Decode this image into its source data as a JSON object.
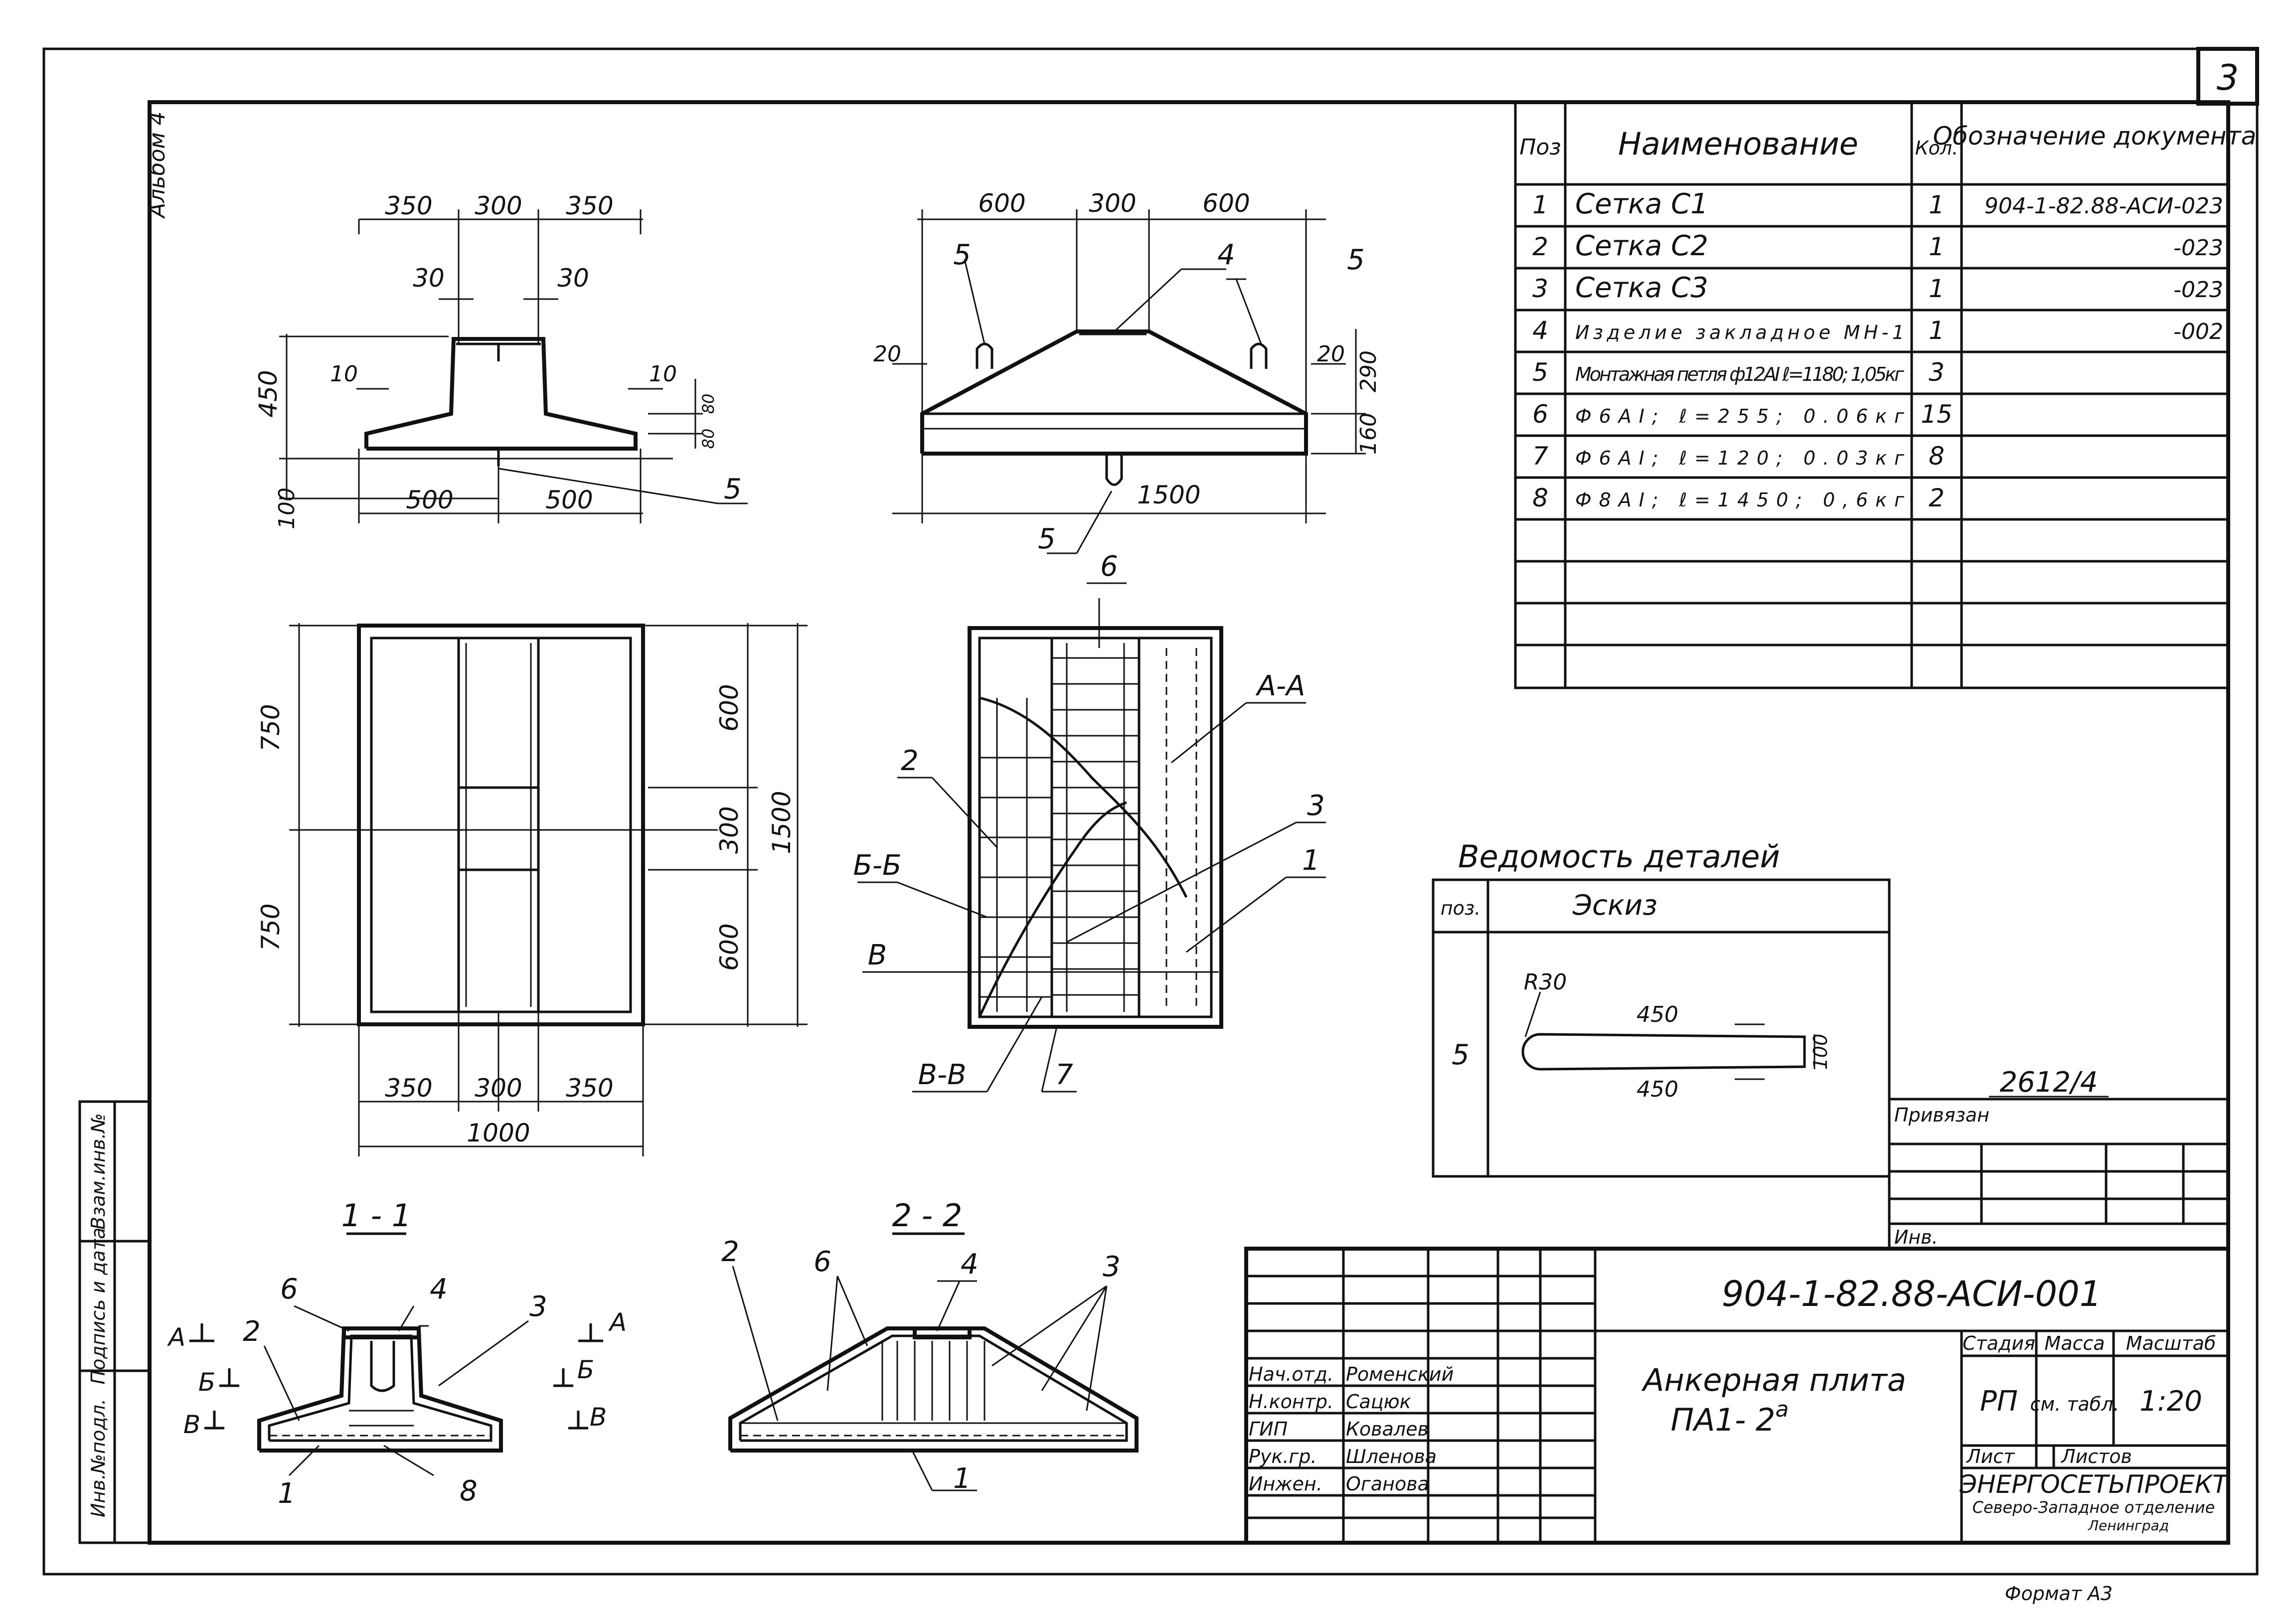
{
  "sheet": {
    "number": "3",
    "album_note": "Альбом 4",
    "format": "Формат А3",
    "tie_label": "Привязан",
    "inv_label": "Инв.",
    "tie_code": "2612/4"
  },
  "side_stamp": {
    "inv_orig": "Инв.№подл.",
    "sign_date": "Подпись и дата",
    "replace_inv": "Взам.инв.№"
  },
  "spec": {
    "headers": {
      "pos": "Поз",
      "name": "Наименование",
      "qty": "Кол.",
      "doc": "Обозначение документа"
    },
    "rows": [
      {
        "pos": "1",
        "name": "Сетка С1",
        "qty": "1",
        "doc": "904-1-82.88-АСИ-023"
      },
      {
        "pos": "2",
        "name": "Сетка С2",
        "qty": "1",
        "doc": "-023"
      },
      {
        "pos": "3",
        "name": "Сетка С3",
        "qty": "1",
        "doc": "-023"
      },
      {
        "pos": "4",
        "name": "Изделие закладное МН-1",
        "qty": "1",
        "doc": "-002"
      },
      {
        "pos": "5",
        "name": "Монтажная петля ф12АI ℓ=1180; 1,05кг",
        "qty": "3",
        "doc": ""
      },
      {
        "pos": "6",
        "name": "Ф6АI; ℓ=255; 0.06кг",
        "qty": "15",
        "doc": ""
      },
      {
        "pos": "7",
        "name": "Ф6АI; ℓ=120; 0.03кг",
        "qty": "8",
        "doc": ""
      },
      {
        "pos": "8",
        "name": "Ф8АI; ℓ=1450; 0,6кг",
        "qty": "2",
        "doc": ""
      }
    ]
  },
  "details": {
    "title": "Ведомость деталей",
    "col_pos": "поз.",
    "col_sketch": "Эскиз",
    "row_pos": "5",
    "r_label": "R30",
    "len_top": "450",
    "len_bottom": "450",
    "height": "100"
  },
  "views": {
    "front_dims": {
      "top": [
        "350",
        "300",
        "350"
      ],
      "left": [
        "30",
        "30"
      ],
      "h": "450",
      "side": [
        "10",
        "10"
      ],
      "low": [
        "80",
        "80"
      ],
      "base": "100",
      "bottom": [
        "500",
        "500"
      ],
      "mark": "5"
    },
    "side_dims": {
      "top": [
        "600",
        "300",
        "600"
      ],
      "marks": [
        "5",
        "4",
        "5"
      ],
      "left": "20",
      "right": "20",
      "h_right": [
        "290",
        "160"
      ],
      "bottom": "1500",
      "loop": "5"
    },
    "plan_dims": {
      "left": [
        "750",
        "750"
      ],
      "right": [
        "600",
        "300",
        "600"
      ],
      "total": "1500",
      "bottom": [
        "350",
        "300",
        "350"
      ],
      "width": "1000"
    },
    "rebar_labels": {
      "pos6": "6",
      "aa": "А-А",
      "pos2": "2",
      "bb": "Б-Б",
      "pos3": "3",
      "pos1": "1",
      "v": "В",
      "vv": "В-В",
      "pos7": "7"
    },
    "sec11": {
      "title": "1 - 1",
      "marks": [
        "6",
        "4",
        "3",
        "2",
        "1",
        "8"
      ],
      "cut": [
        "А",
        "А",
        "Б",
        "Б",
        "В",
        "В"
      ]
    },
    "sec22": {
      "title": "2 - 2",
      "marks": [
        "2",
        "6",
        "4",
        "3",
        "1"
      ]
    }
  },
  "title_block": {
    "code": "904-1-82.88-АСИ-001",
    "name_line1": "Анкерная плита",
    "name_line2": "ПА1- 2",
    "name_sup": "а",
    "stage_label": "Стадия",
    "mass_label": "Масса",
    "scale_label": "Масштаб",
    "stage": "РП",
    "mass": "см. табл.",
    "scale": "1:20",
    "sheet_label": "Лист",
    "sheets_label": "Листов",
    "org1": "ЭНЕРГОСЕТЬПРОЕКТ",
    "org2": "Северо-Западное отделение",
    "org3": "Ленинград",
    "staff": [
      {
        "role": "Нач.отд.",
        "name": "Роменский"
      },
      {
        "role": "Н.контр.",
        "name": "Сацюк"
      },
      {
        "role": "ГИП",
        "name": "Ковалев"
      },
      {
        "role": "Рук.гр.",
        "name": "Шленова"
      },
      {
        "role": "Инжен.",
        "name": "Оганова"
      }
    ]
  }
}
